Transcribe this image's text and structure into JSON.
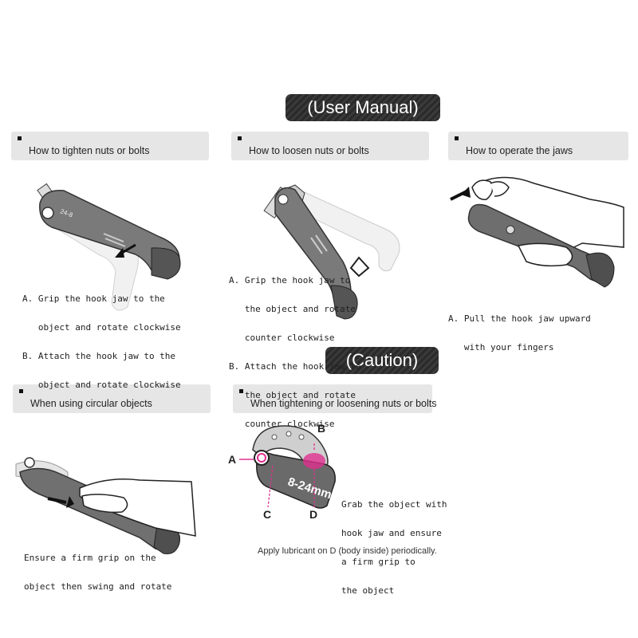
{
  "banners": {
    "user_manual": "(User Manual)",
    "caution": "(Caution)"
  },
  "panels": [
    {
      "title": "How to tighten nuts or bolts",
      "caption_lines": [
        "A. Grip the hook jaw to the",
        "   object and rotate clockwise",
        "B. Attach the hook jaw to the",
        "   object and rotate clockwise"
      ]
    },
    {
      "title": "How to loosen nuts or bolts",
      "caption_lines": [
        "A. Grip the hook jaw to",
        "   the object and rotate",
        "   counter clockwise",
        "B. Attach the hook jaw to",
        "   the object and rotate",
        "   counter clockwise"
      ]
    },
    {
      "title": "How to operate the jaws",
      "caption_lines": [
        "A. Pull the hook jaw upward",
        "   with your fingers"
      ]
    },
    {
      "title": "When using circular objects",
      "caption_lines": [
        "Ensure a firm grip on the",
        "object then swing and rotate"
      ]
    },
    {
      "title": "When tightening or loosening nuts or bolts",
      "caption_lines": [
        "Grab the object with",
        "hook jaw and ensure",
        "a firm grip to",
        "the object"
      ]
    }
  ],
  "diagram_labels": {
    "a": "A",
    "b": "B",
    "c": "C",
    "d": "D",
    "body_text": "8-24mm"
  },
  "tool_marking": "24-8",
  "lubricant_note": "Apply lubricant on D (body inside)  periodically.",
  "colors": {
    "banner_bg": "#2f2f2f",
    "panel_bg": "#e6e6e6",
    "highlight": "#e0308f",
    "tool_dark": "#6b6b6b",
    "tool_light": "#d8d8d8"
  }
}
